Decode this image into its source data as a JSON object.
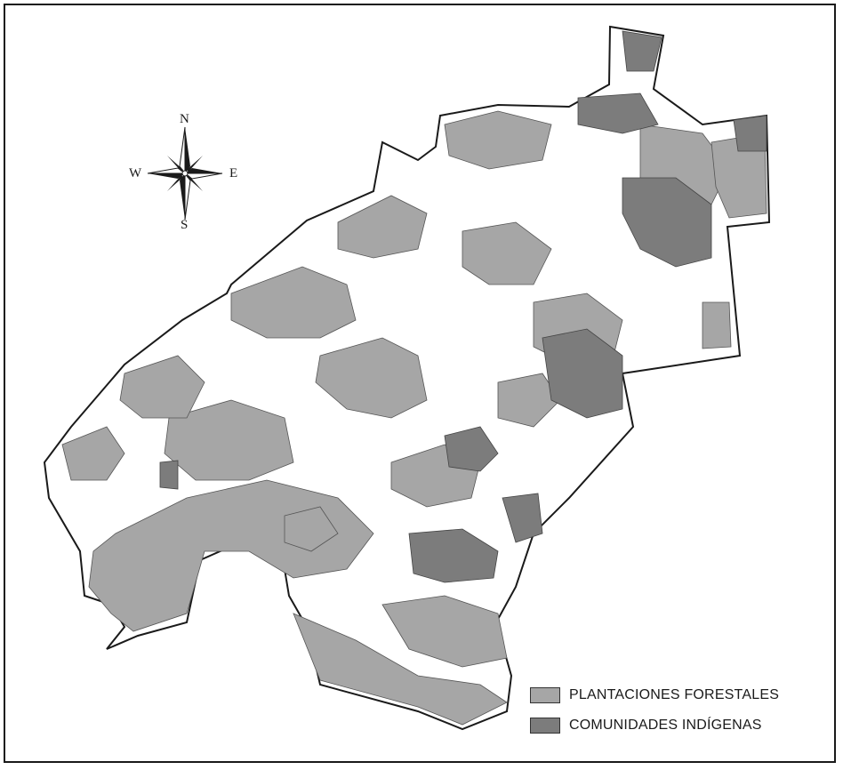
{
  "compass": {
    "north": "N",
    "south": "S",
    "east": "E",
    "west": "W",
    "icon": "compass-rose-icon"
  },
  "legend": {
    "items": [
      {
        "label": "PLANTACIONES FORESTALES",
        "color": "#a6a6a6"
      },
      {
        "label": "COMUNIDADES INDÍGENAS",
        "color": "#7c7c7c"
      }
    ]
  },
  "colors": {
    "plantaciones": "#a6a6a6",
    "comunidades": "#7c7c7c",
    "region_fill": "#ffffff",
    "outline": "#1a1a1a"
  }
}
